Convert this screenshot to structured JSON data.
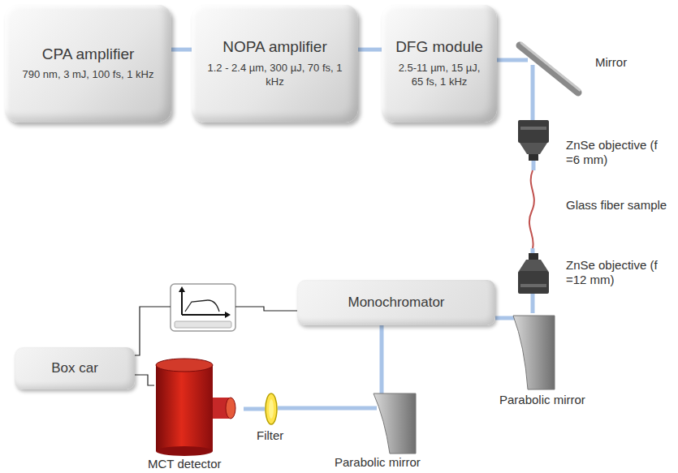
{
  "diagram": {
    "nodes": [
      {
        "text": [
          "CPA amplifier",
          "790 nm, 3 mJ, 100 fs, 1 kHz"
        ]
      },
      {
        "text": [
          "NOPA amplifier",
          "1.2 - 2.4 µm, 300 µJ, 70 fs, 1 kHz"
        ]
      },
      {
        "text": [
          "DFG module",
          "2.5-11 µm, 15 µJ, 65 fs, 1 kHz"
        ]
      },
      {
        "text": [
          "Mirror"
        ]
      },
      {
        "text": [
          "ZnSe objective (f =6 mm)"
        ]
      },
      {
        "text": [
          "Glass fiber sample"
        ]
      },
      {
        "text": [
          "ZnSe objective (f =12 mm)"
        ]
      },
      {
        "text": [
          "Parabolic mirror"
        ]
      },
      {
        "text": [
          "Monochromator"
        ]
      },
      {
        "text": [
          "Parabolic mirror"
        ]
      },
      {
        "text": [
          "Filter"
        ]
      },
      {
        "text": [
          "MCT detector"
        ]
      },
      {
        "text": [
          "Box car"
        ]
      }
    ],
    "edges": [
      {
        "from": 0,
        "to": 1,
        "arrow": "none"
      },
      {
        "from": 1,
        "to": 2,
        "arrow": "none"
      },
      {
        "from": 2,
        "to": 3,
        "arrow": "none"
      },
      {
        "from": 3,
        "to": 4,
        "arrow": "none"
      },
      {
        "from": 4,
        "to": 5,
        "arrow": "none"
      },
      {
        "from": 5,
        "to": 6,
        "arrow": "none"
      },
      {
        "from": 6,
        "to": 7,
        "arrow": "none"
      },
      {
        "from": 7,
        "to": 8,
        "arrow": "none"
      },
      {
        "from": 8,
        "to": 9,
        "arrow": "none"
      },
      {
        "from": 9,
        "to": 10,
        "arrow": "none"
      },
      {
        "from": 10,
        "to": 11,
        "arrow": "none"
      },
      {
        "from": 11,
        "to": 12,
        "arrow": "none"
      }
    ]
  }
}
